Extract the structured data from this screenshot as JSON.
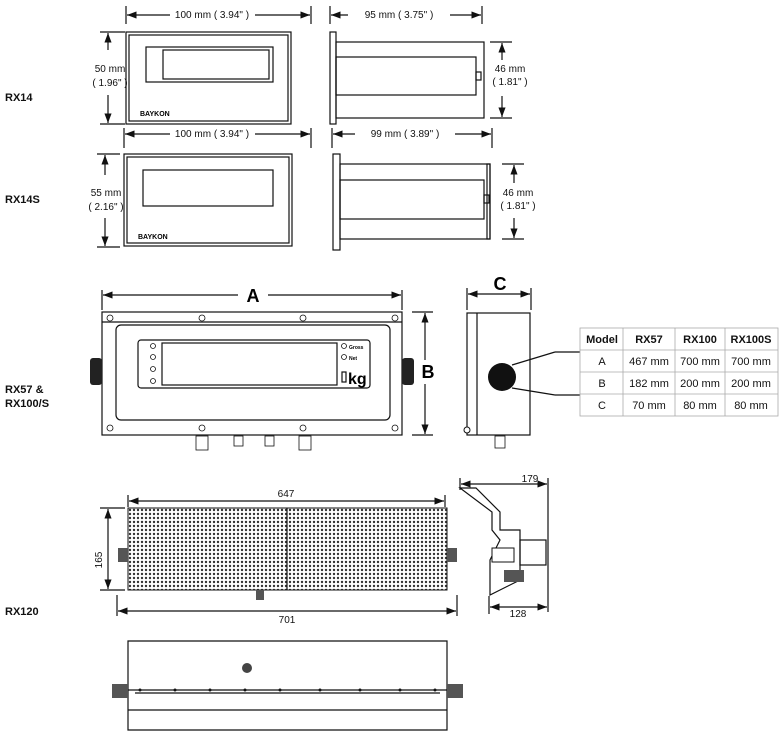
{
  "labels": {
    "rx14": "RX14",
    "rx14s": "RX14S",
    "rx57_line1": "RX57 &",
    "rx57_line2": "RX100/S",
    "rx120": "RX120"
  },
  "rx14": {
    "width": "100 mm ( 3.94\" )",
    "depth": "95 mm ( 3.75\" )",
    "height_mm": "50 mm",
    "height_in": "( 1.96\" )",
    "side_mm": "46 mm",
    "side_in": "( 1.81\" )",
    "brand": "BAYKON"
  },
  "rx14s": {
    "width": "100 mm ( 3.94\" )",
    "depth": "99 mm ( 3.89\" )",
    "height_mm": "55 mm",
    "height_in": "( 2.16\" )",
    "side_mm": "46 mm",
    "side_in": "( 1.81\" )",
    "brand": "BAYKON"
  },
  "rx57": {
    "dim_a": "A",
    "dim_b": "B",
    "dim_c": "C",
    "gross": "Gross",
    "net": "Net",
    "unit": "kg"
  },
  "table": {
    "headers": [
      "Model",
      "RX57",
      "RX100",
      "RX100S"
    ],
    "rows": [
      [
        "A",
        "467 mm",
        "700 mm",
        "700 mm"
      ],
      [
        "B",
        "182 mm",
        "200 mm",
        "200 mm"
      ],
      [
        "C",
        "70 mm",
        "80 mm",
        "80 mm"
      ]
    ]
  },
  "rx120": {
    "width_top": "647",
    "width_total": "701",
    "height": "165",
    "side_depth": "179",
    "side_base": "128"
  }
}
